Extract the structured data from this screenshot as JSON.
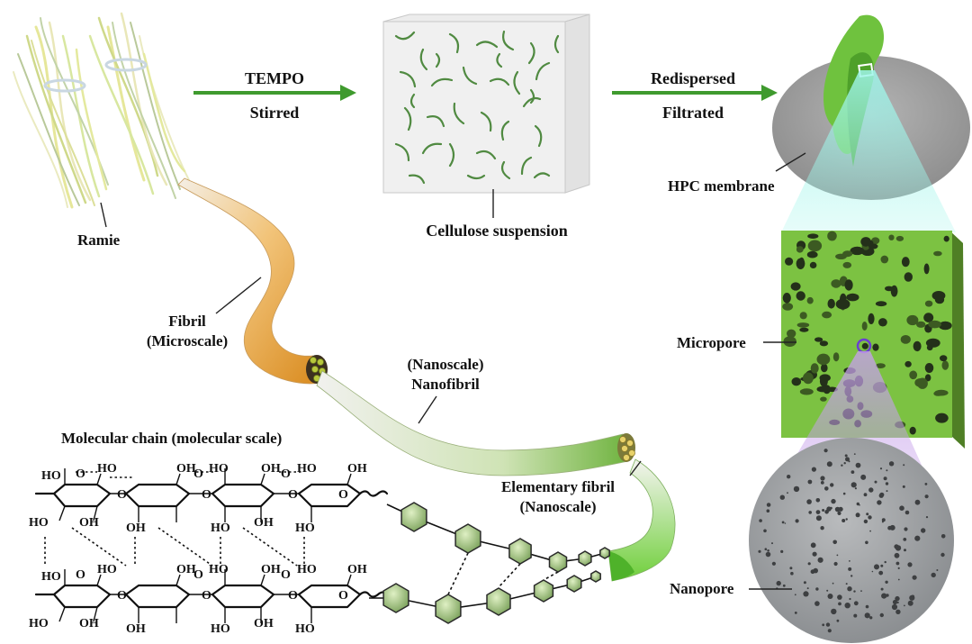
{
  "labels": {
    "ramie": "Ramie",
    "tempo": "TEMPO",
    "stirred": "Stirred",
    "cellulose_suspension": "Cellulose suspension",
    "redispersed": "Redispersed",
    "filtrated": "Filtrated",
    "hpc_membrane": "HPC membrane",
    "micropore": "Micropore",
    "nanopore": "Nanopore",
    "fibril": "Fibril",
    "microscale": "(Microscale)",
    "nanoscale_top": "(Nanoscale)",
    "nanofibril": "Nanofibril",
    "molecular_chain": "Molecular chain (molecular scale)",
    "elementary_fibril": "Elementary fibril",
    "nanoscale_bottom": "(Nanoscale)"
  },
  "chem": {
    "ho": "HO",
    "oh": "OH",
    "o": "O"
  },
  "colors": {
    "arrow_green": "#3f9a2e",
    "fibril_green": "#6ab33c",
    "membrane_green": "#7cc242",
    "orange": "#e8a33a",
    "nanopore_grey": "#a7a9ab",
    "beam_cyan": "#8ff0e0",
    "beam_purple": "#c9a4e8"
  }
}
